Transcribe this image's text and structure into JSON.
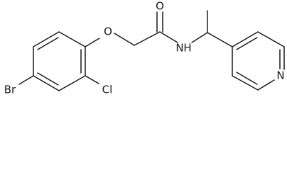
{
  "diagram": {
    "type": "chemical-structure",
    "atoms": {
      "bromine": "Br",
      "chlorine": "Cl",
      "ether_oxygen": "O",
      "carbonyl_oxygen": "O",
      "amide_nitrogen": "N",
      "amide_hydrogen": "H",
      "pyridine_nitrogen": "N"
    }
  }
}
